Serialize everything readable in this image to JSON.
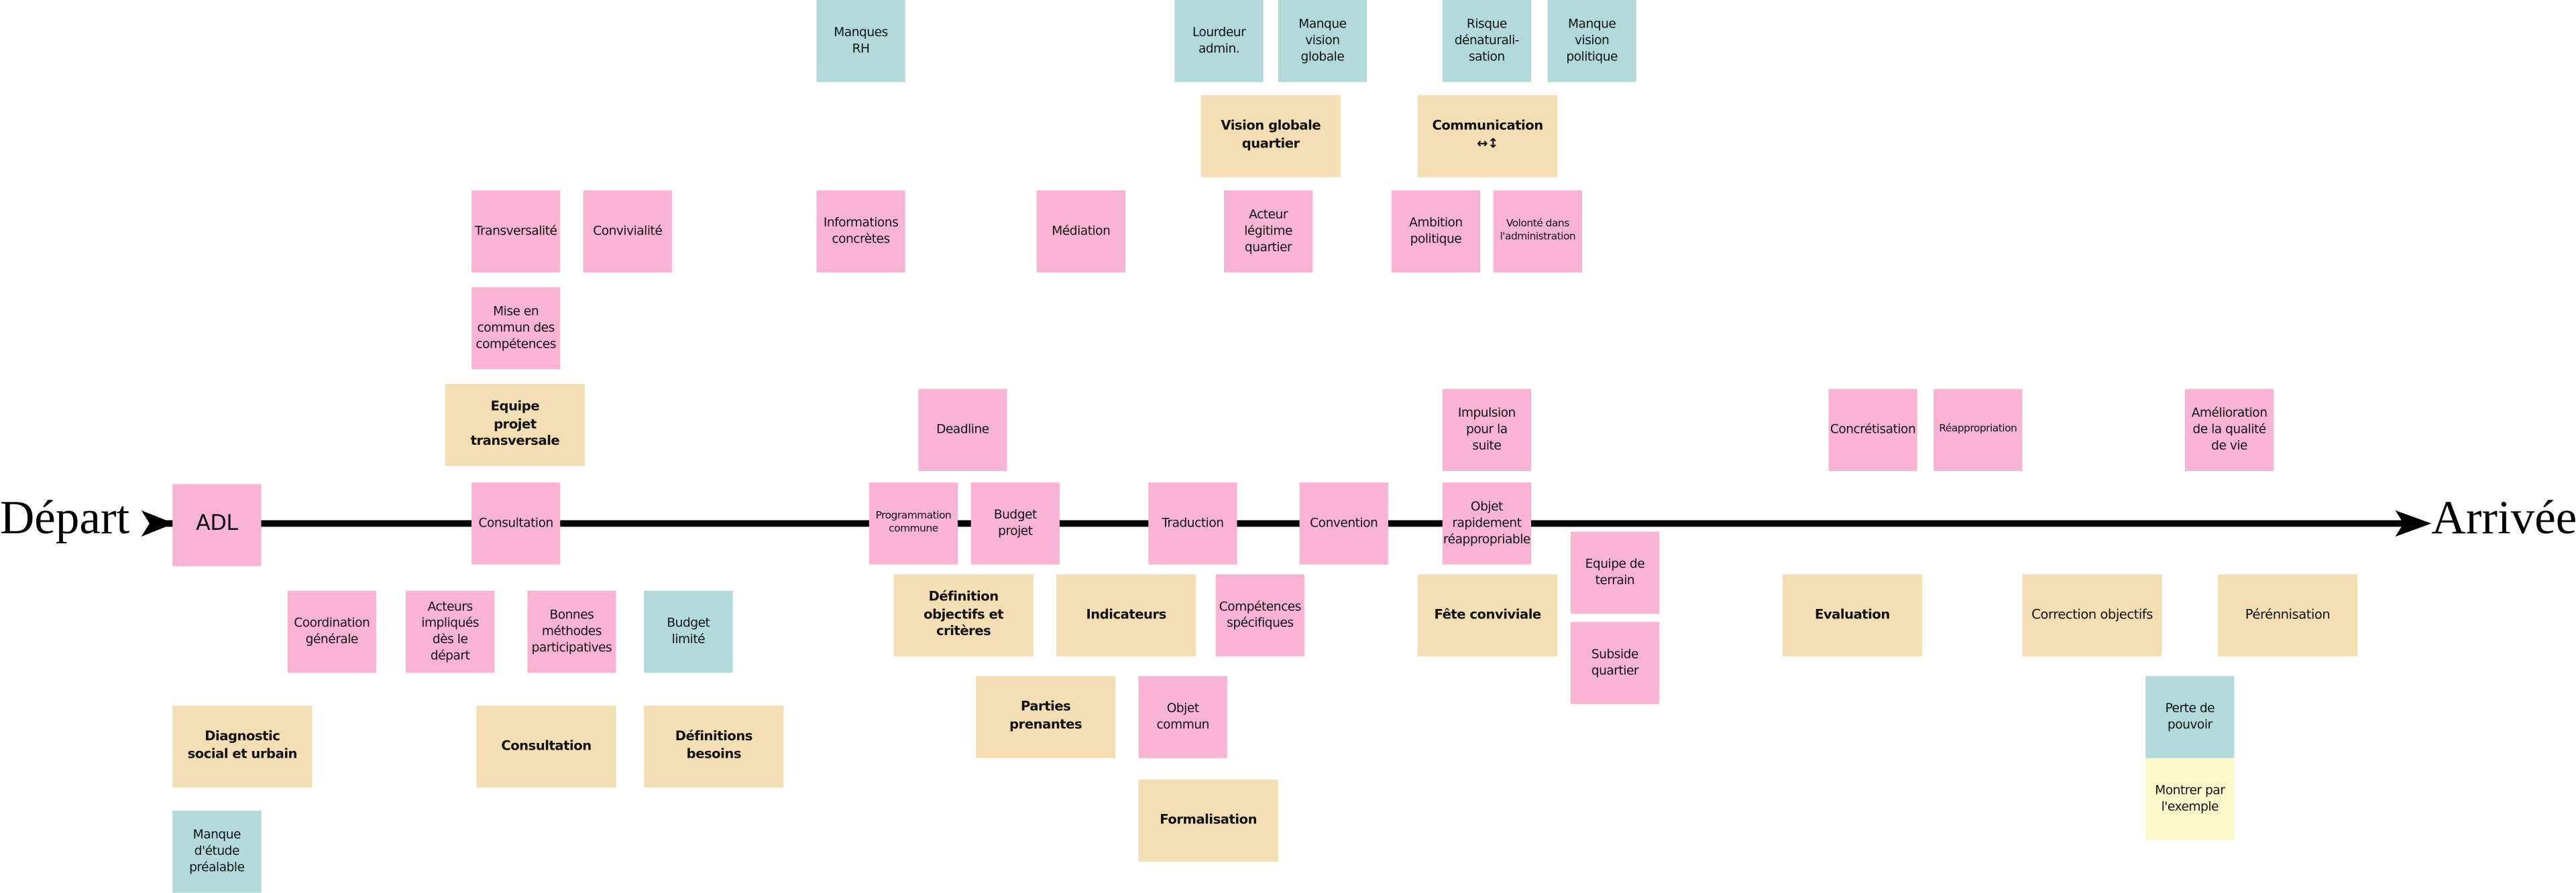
{
  "axis": {
    "start_label": "Départ",
    "end_label": "Arrivée"
  },
  "notes": [
    {
      "text": "Manques\nRH"
    },
    {
      "text": "Lourdeur\nadmin."
    },
    {
      "text": "Manque\nvision\nglobale"
    },
    {
      "text": "Risque\ndénaturali-\nsation"
    },
    {
      "text": "Manque\nvision\npolitique"
    },
    {
      "text": "Vision globale\nquartier"
    },
    {
      "text": "Communication\n↔↕"
    },
    {
      "text": "Transversalité"
    },
    {
      "text": "Convivialité"
    },
    {
      "text": "Informations\nconcrètes"
    },
    {
      "text": "Médiation"
    },
    {
      "text": "Acteur\nlégitime\nquartier"
    },
    {
      "text": "Ambition\npolitique"
    },
    {
      "text": "Volonté dans\nl'administration"
    },
    {
      "text": "Mise en\ncommun des\ncompétences"
    },
    {
      "text": "Equipe\nprojet\ntransversale"
    },
    {
      "text": "Deadline"
    },
    {
      "text": "Impulsion\npour la\nsuite"
    },
    {
      "text": "Concrétisation"
    },
    {
      "text": "Réappropriation"
    },
    {
      "text": "Amélioration\nde la qualité\nde vie"
    },
    {
      "text": "ADL"
    },
    {
      "text": "Consultation"
    },
    {
      "text": "Programmation\ncommune"
    },
    {
      "text": "Budget\nprojet"
    },
    {
      "text": "Traduction"
    },
    {
      "text": "Convention"
    },
    {
      "text": "Objet\nrapidement\nréappropriable"
    },
    {
      "text": "Equipe de\nterrain"
    },
    {
      "text": "Subside\nquartier"
    },
    {
      "text": "Coordination\ngénérale"
    },
    {
      "text": "Acteurs\nimpliqués\ndès le\ndépart"
    },
    {
      "text": "Bonnes\nméthodes\nparticipatives"
    },
    {
      "text": "Budget\nlimité"
    },
    {
      "text": "Définition\nobjectifs et\ncritères"
    },
    {
      "text": "Indicateurs"
    },
    {
      "text": "Compétences\nspécifiques"
    },
    {
      "text": "Fête conviviale"
    },
    {
      "text": "Evaluation"
    },
    {
      "text": "Correction objectifs"
    },
    {
      "text": "Pérénnisation"
    },
    {
      "text": "Parties\nprenantes"
    },
    {
      "text": "Objet\ncommun"
    },
    {
      "text": "Perte de\npouvoir"
    },
    {
      "text": "Diagnostic\nsocial et urbain"
    },
    {
      "text": "Consultation"
    },
    {
      "text": "Définitions besoins"
    },
    {
      "text": "Formalisation"
    },
    {
      "text": "Manque\nd'étude\npréalable"
    },
    {
      "text": "Montrer par\nl'exemple"
    }
  ],
  "colors": {
    "pink": "#f9b3d5",
    "tan": "#f4deb3",
    "teal": "#b2dada",
    "yellow": "#fbf9c9",
    "axis": "#000000"
  }
}
